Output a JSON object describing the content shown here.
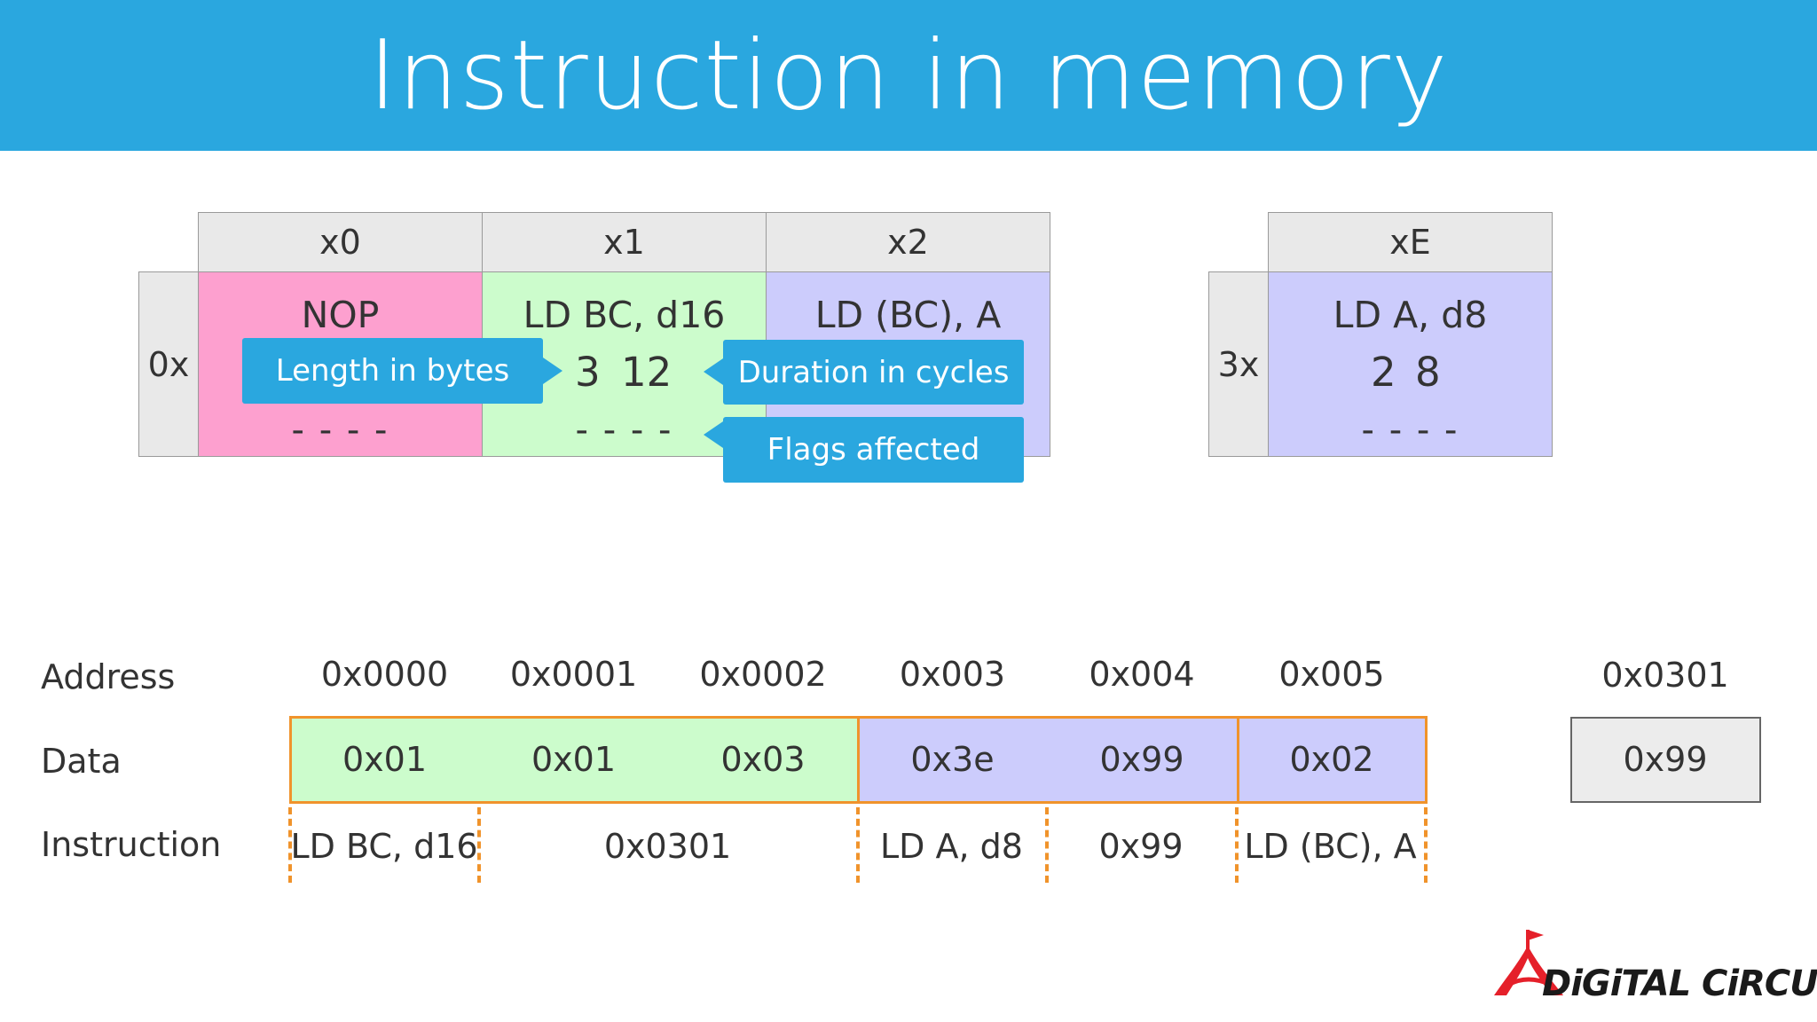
{
  "title": "Instruction in memory",
  "opcode_table_main": {
    "columns": [
      "x0",
      "x1",
      "x2"
    ],
    "row_label": "0x",
    "cells": [
      {
        "mnemonic": "NOP",
        "length": "",
        "cycles": "",
        "flags": "- - - -"
      },
      {
        "mnemonic": "LD BC, d16",
        "length": "3",
        "cycles": "12",
        "flags": "- - - -"
      },
      {
        "mnemonic": "LD (BC), A",
        "length": "",
        "cycles": "",
        "flags": ""
      }
    ]
  },
  "opcode_table_side": {
    "column": "xE",
    "row_label": "3x",
    "cell": {
      "mnemonic": "LD A, d8",
      "length": "2",
      "cycles": "8",
      "flags": "- - - -"
    }
  },
  "callouts": {
    "length": "Length in bytes",
    "duration": "Duration in cycles",
    "flags": "Flags affected"
  },
  "memory": {
    "labels": {
      "address": "Address",
      "data": "Data",
      "instruction": "Instruction"
    },
    "addresses": [
      "0x0000",
      "0x0001",
      "0x0002",
      "0x003",
      "0x004",
      "0x005"
    ],
    "data": [
      "0x01",
      "0x01",
      "0x03",
      "0x3e",
      "0x99",
      "0x02"
    ],
    "instructions": [
      "LD BC, d16",
      "0x0301",
      "LD A, d8",
      "0x99",
      "LD (BC), A"
    ],
    "extra": {
      "address": "0x0301",
      "data": "0x99"
    }
  },
  "logo": {
    "text": "DiGiTAL CiRCUS"
  },
  "colors": {
    "header": "#2aa7df",
    "pink": "#fda0cf",
    "green": "#ccfccc",
    "lavender": "#ccccfc",
    "orange": "#f0932b",
    "logo_red": "#e5202a"
  }
}
